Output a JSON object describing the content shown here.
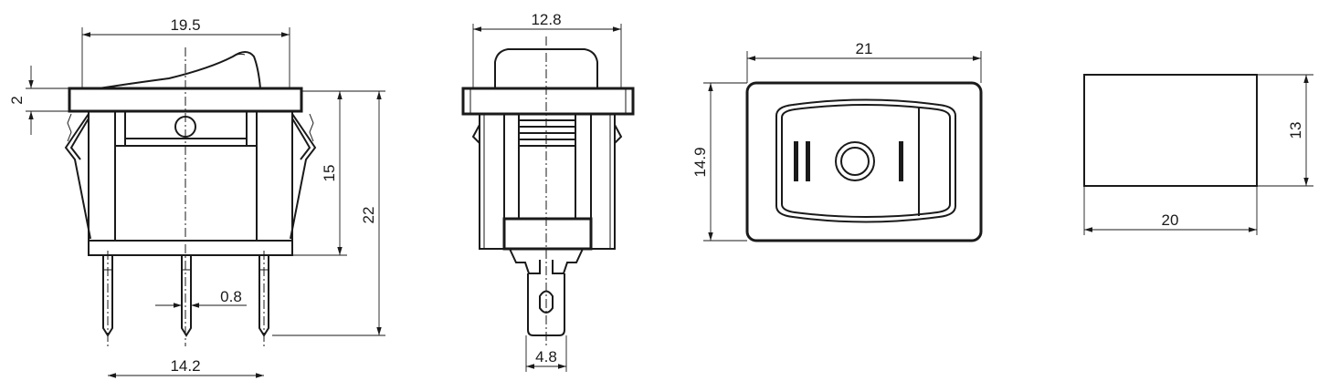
{
  "front_view": {
    "width": "19.5",
    "frame": "2",
    "body_height": "15",
    "total_height": "22",
    "terminal": "0.8",
    "pitch": "14.2"
  },
  "side_view": {
    "width": "12.8",
    "terminal": "4.8"
  },
  "top_view": {
    "width": "21",
    "height": "14.9"
  },
  "cutout": {
    "width": "20",
    "height": "13"
  }
}
